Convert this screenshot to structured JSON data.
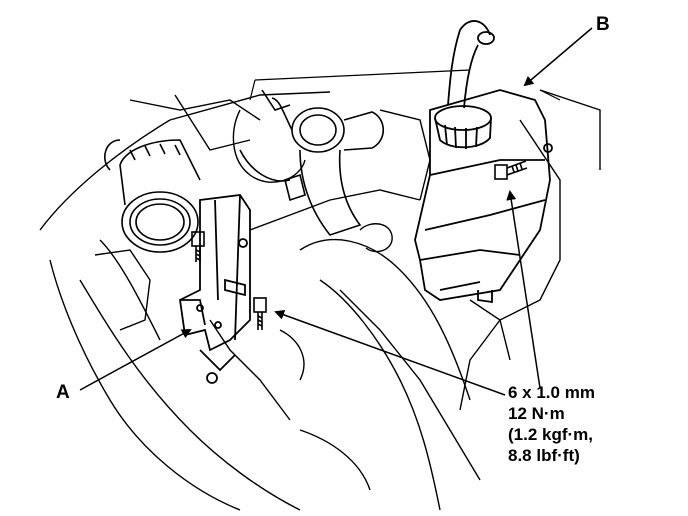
{
  "callouts": {
    "a": "A",
    "b": "B"
  },
  "torque_spec": {
    "bolt_size": "6 x 1.0 mm",
    "torque_nm": "12 N·m",
    "torque_kgfm": "(1.2 kgf·m,",
    "torque_lbfft": "8.8 lbf·ft)"
  }
}
